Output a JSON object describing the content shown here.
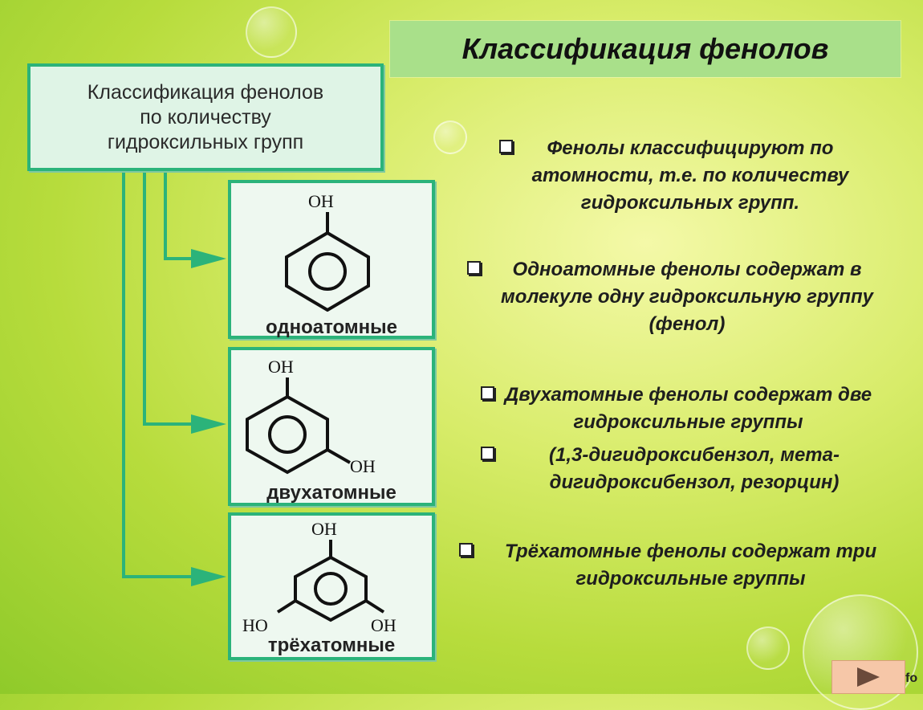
{
  "title": "Классификация фенолов",
  "classification_box": "Классификация фенолов\nпо количеству\nгидроксильных групп",
  "molecules": [
    {
      "label": "одноатомные",
      "oh_top": "OH"
    },
    {
      "label": "двухатомные",
      "oh_top": "OH",
      "oh_right": "OH"
    },
    {
      "label": "трёхатомные",
      "oh_top": "OH",
      "oh_left": "HO",
      "oh_right": "OH"
    }
  ],
  "text": {
    "p1": "Фенолы классифицируют по атомности, т.е. по количеству гидроксильных групп.",
    "p2": "Одноатомные фенолы содержат в молекуле одну гидроксильную группу (фенол)",
    "p3": "Двухатомные фенолы содержат две гидроксильные группы",
    "p4": "(1,3-дигидроксибензол, мета-дигидроксибензол, резорцин)",
    "p5": "Трёхатомные фенолы содержат три гидроксильные группы"
  },
  "footer": {
    "fo": "fo",
    "next_icon": "play-triangle-icon"
  },
  "colors": {
    "accent": "#2bb37a",
    "title_bar": "#a9e08a"
  }
}
